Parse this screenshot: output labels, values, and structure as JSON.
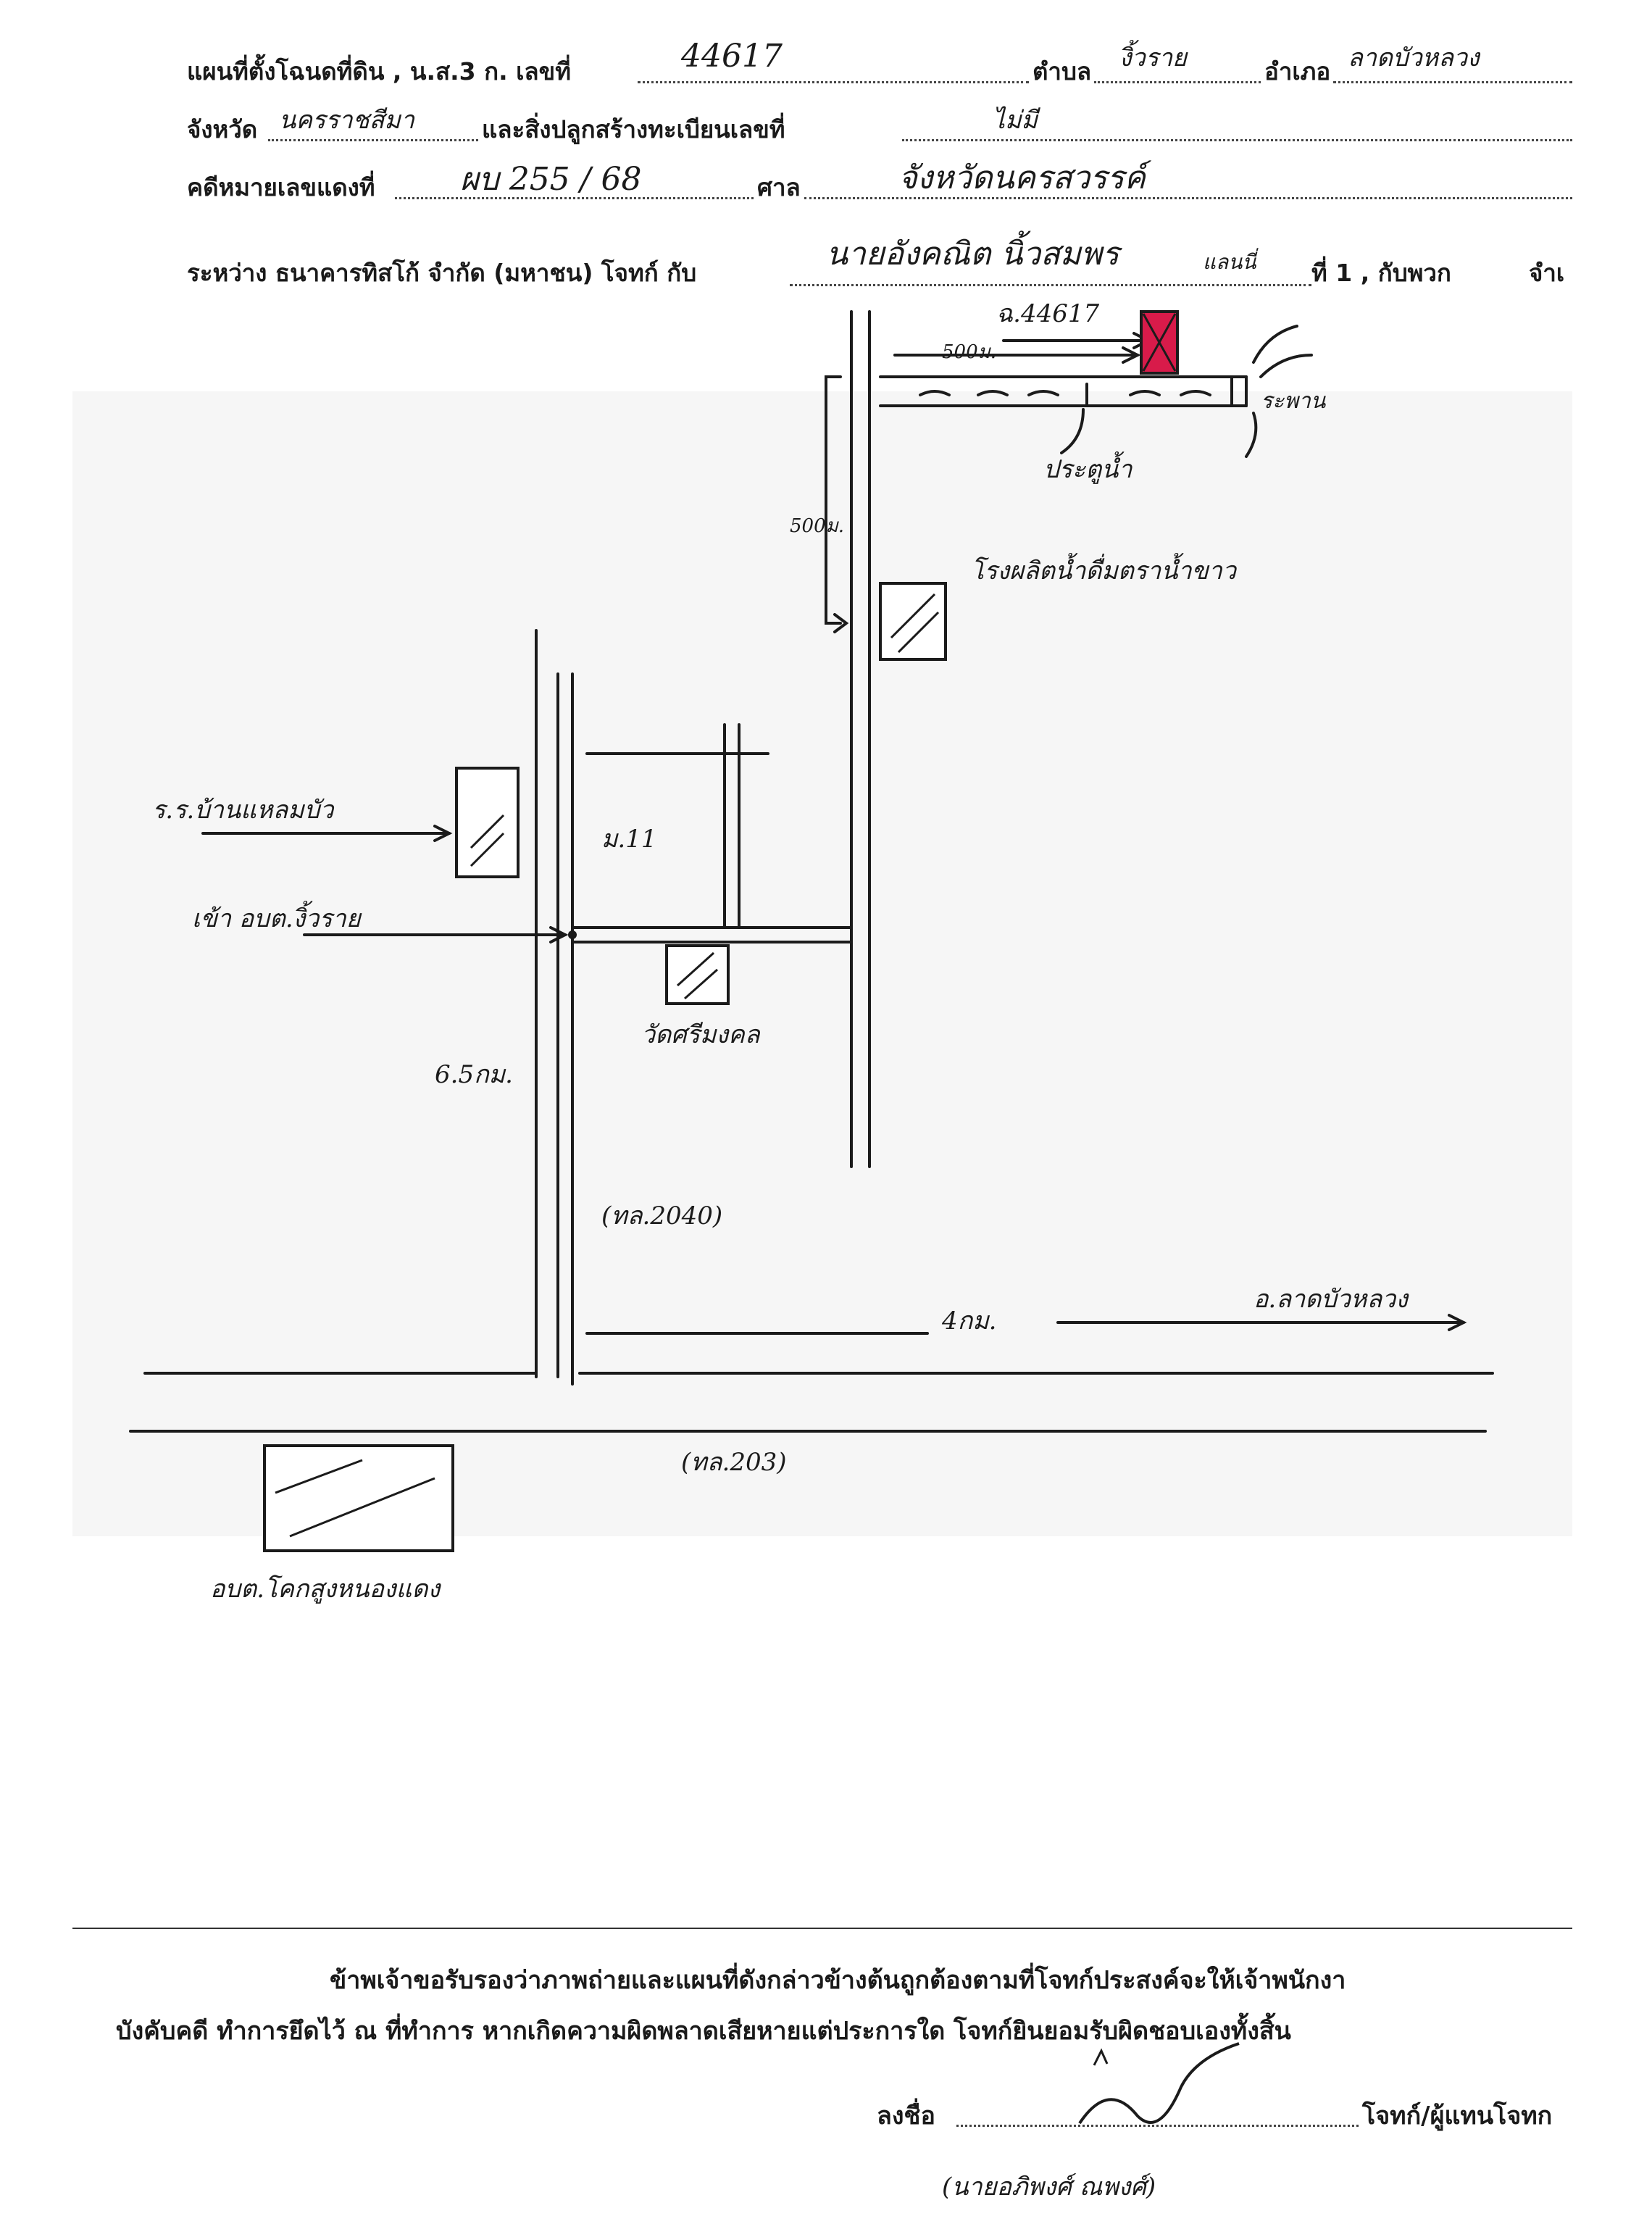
{
  "header": {
    "line1": {
      "label_map": "แผนที่ตั้งโฉนดที่ดิน , น.ส.3 ก. เลขที่",
      "deed_no": "44617",
      "label_subdistrict": "ตำบล",
      "subdistrict": "งิ้วราย",
      "label_district": "อำเภอ",
      "district": "ลาดบัวหลวง"
    },
    "line2": {
      "label_province": "จังหวัด",
      "province": "นครราชสีมา",
      "label_building": "และสิ่งปลูกสร้างทะเบียนเลขที่",
      "building_no": "ไม่มี"
    },
    "line3": {
      "label_case": "คดีหมายเลขแดงที่",
      "case_no": "ผบ 255 / 68",
      "label_court": "ศาล",
      "court": "จังหวัดนครสวรรค์"
    },
    "line4": {
      "label_between": "ระหว่าง ธนาคารทิสโก้ จำกัด (มหาชน) โจทก์ กับ",
      "defendant": "นายอังคณิต นิ้วสมพร",
      "note": "แลนนี่",
      "label_no": "ที่ 1 , กับพวก",
      "trail": "จำเ"
    }
  },
  "map": {
    "parcel_label": "ฉ.44617",
    "dist_top": "500ม.",
    "dist_mid": "500ม.",
    "canal_label": "ระพาน",
    "gate_label": "ประตูน้ำ",
    "factory_label": "โรงผลิตน้ำดื่มตราน้ำขาว",
    "school_label": "ร.ร.บ้านแหลมบัว",
    "moo_label": "ม.11",
    "office_label": "เข้า อบต.งิ้วราย",
    "temple_label": "วัดศรีมงคล",
    "dist_road": "6.5กม.",
    "road_2040": "(ทล.2040)",
    "dist_4km": "4กม.",
    "dest_label": "อ.ลาดบัวหลวง",
    "road_203": "(ทล.203)",
    "bottom_office_label": "อบต.โคกสูงหนองแดง"
  },
  "certification": {
    "line1": "ข้าพเจ้าขอรับรองว่าภาพถ่ายและแผนที่ดังกล่าวข้างต้นถูกต้องตามที่โจทก์ประสงค์จะให้เจ้าพนักงา",
    "line2": "บังคับคดี ทำการยึดไว้ ณ ที่ทำการ หากเกิดความผิดพลาดเสียหายแต่ประการใด โจทก์ยินยอมรับผิดชอบเองทั้งสิ้น",
    "sign_label": "ลงชื่อ",
    "sign_role": "โจทก์/ผู้แทนโจทก",
    "sign_name": "(นายอภิพงศ์ ณพงศ์)"
  },
  "colors": {
    "parcel_fill": "#d81b4a",
    "ink": "#1b1b1b"
  }
}
